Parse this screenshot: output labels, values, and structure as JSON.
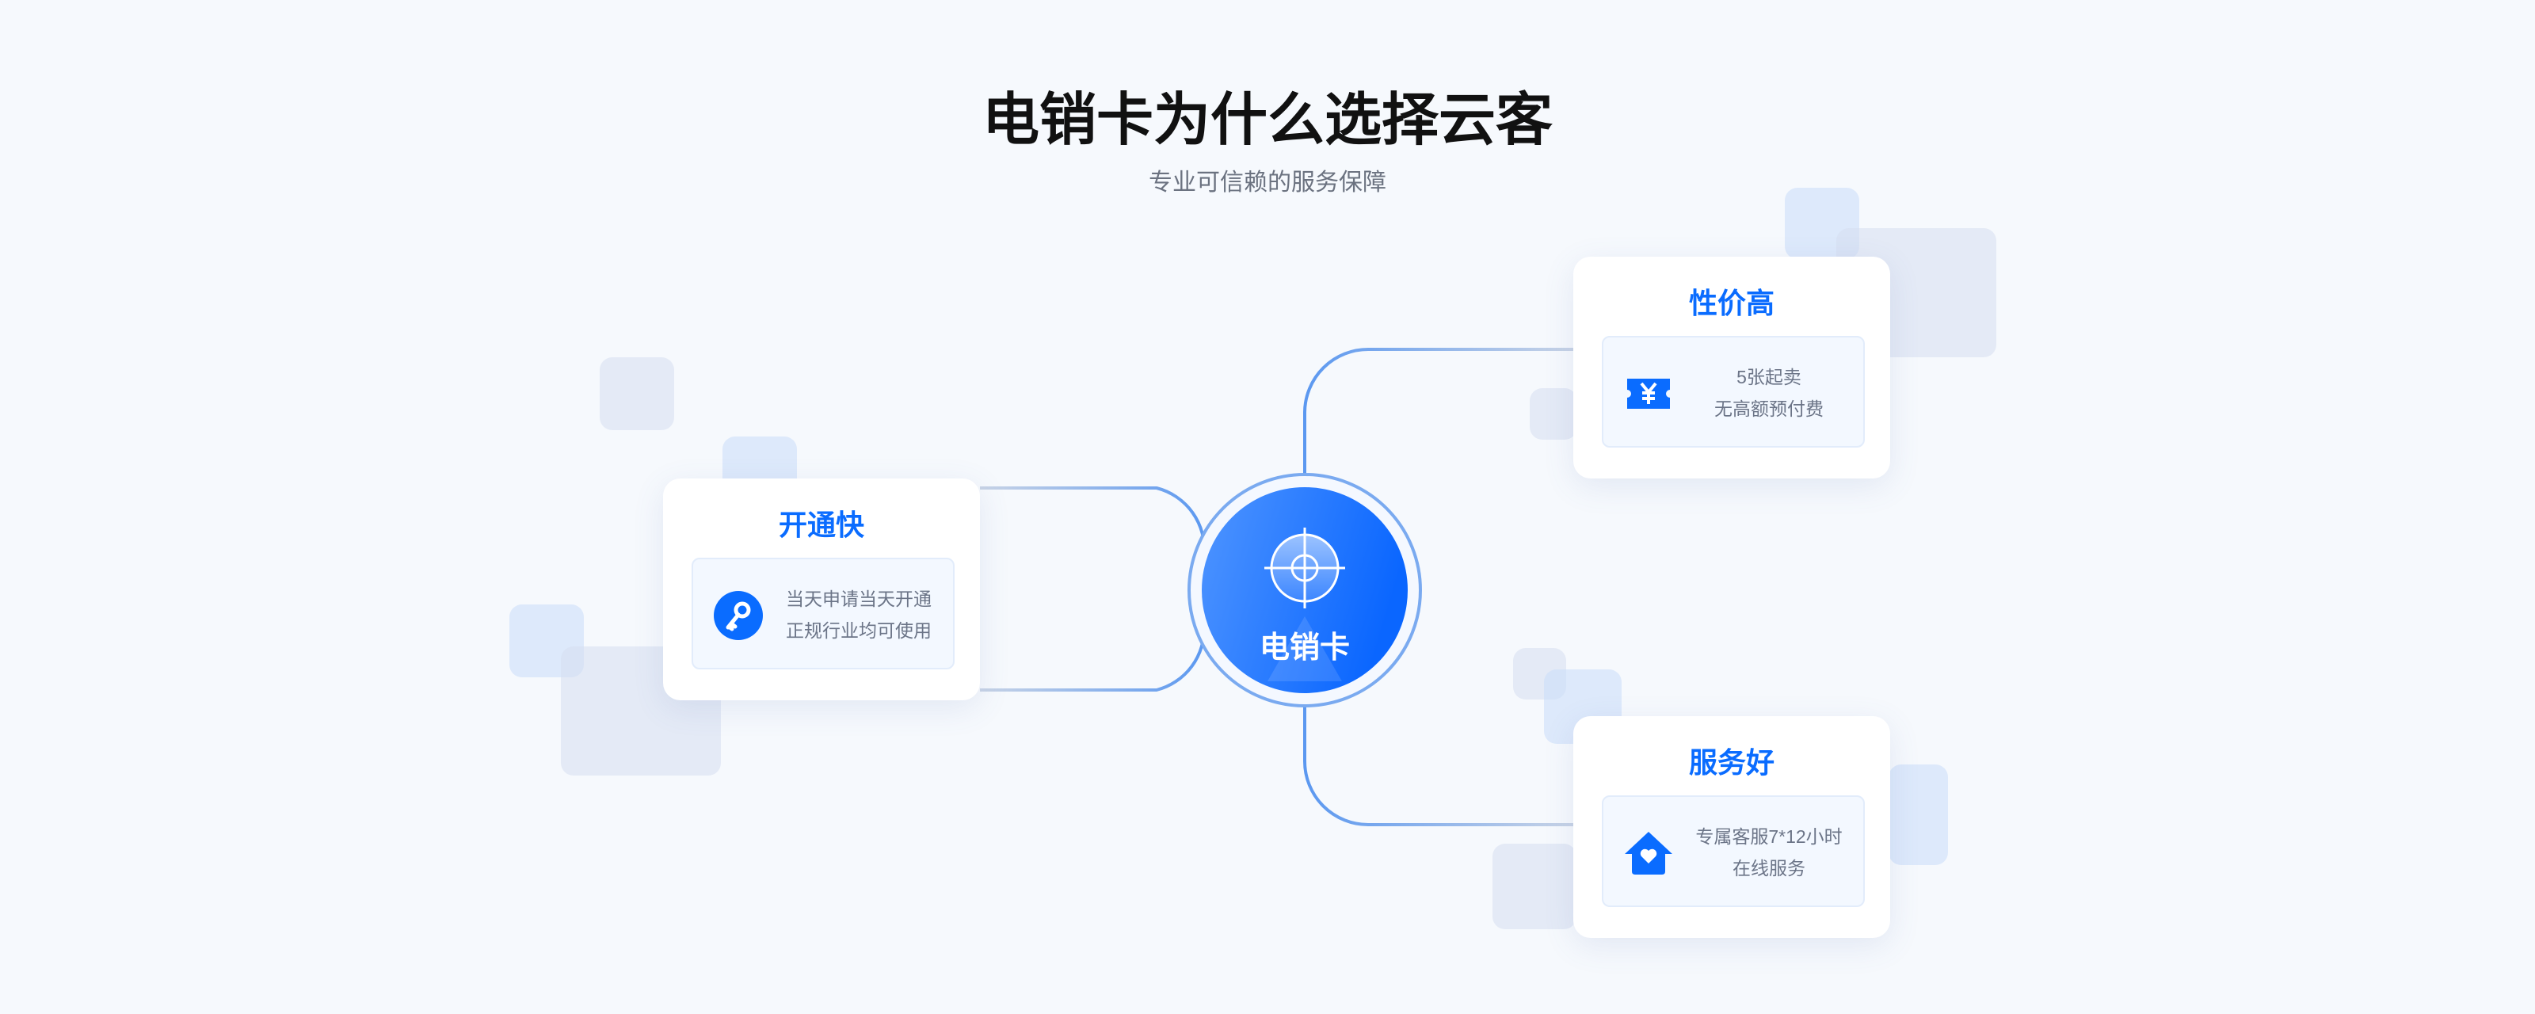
{
  "header": {
    "title": "电销卡为什么选择云客",
    "subtitle": "专业可信赖的服务保障"
  },
  "center": {
    "label": "电销卡",
    "icon": "target-icon"
  },
  "cards": [
    {
      "title": "开通快",
      "lines": [
        "当天申请当天开通",
        "正规行业均可使用"
      ],
      "icon": "key-icon"
    },
    {
      "title": "性价高",
      "lines": [
        "5张起卖",
        "无高额预付费"
      ],
      "icon": "yen-ticket-icon"
    },
    {
      "title": "服务好",
      "lines": [
        "专属客服7*12小时",
        "在线服务"
      ],
      "icon": "house-heart-icon"
    }
  ],
  "colors": {
    "accent": "#0a6cff",
    "text": "#6b7487"
  }
}
